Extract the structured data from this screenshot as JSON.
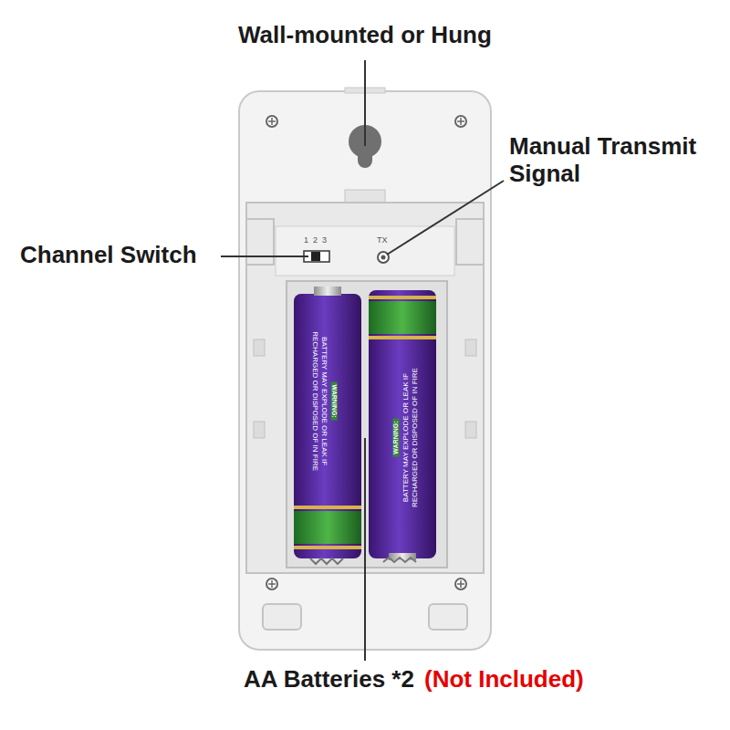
{
  "diagram": {
    "labels": [
      "Wall-mounted or Hung",
      "Manual Transmit Signal",
      "Channel Switch",
      "AA Batteries *2",
      "(Not Included)",
      "1",
      "2",
      "3",
      "TX",
      "WARNING:",
      "BATTERY MAY EXPLODE OR LEAK IF RECHARGED OR DISPOSED OF IN FIRE",
      "WARNING:",
      "BATTERY MAY EXPLODE OR LEAK IF RECHARGED OR DISPOSED OF IN FIRE"
    ]
  }
}
